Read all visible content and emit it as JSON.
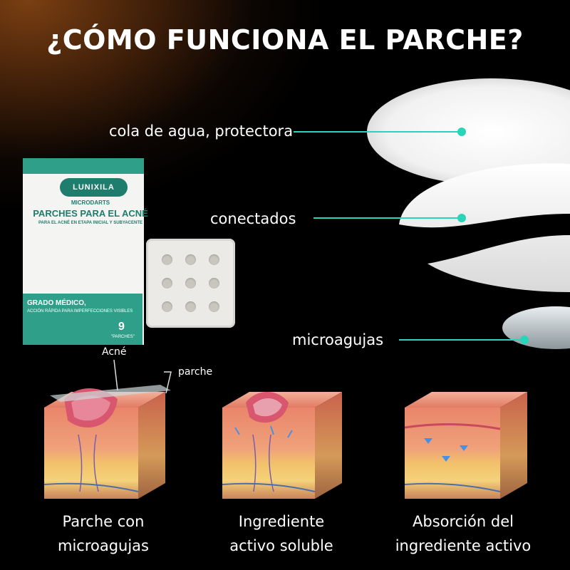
{
  "title": "¿CÓMO FUNCIONA EL PARCHE?",
  "layers": {
    "top_label": "cola de agua, protectora",
    "middle_label": "conectados",
    "bottom_label": "microagujas"
  },
  "product_box": {
    "brand": "LUNIXILA",
    "line1": "MICRODARTS",
    "line2": "PARCHES PARA EL ACNÉ",
    "line3": "PARA EL ACNÉ EN ETAPA INICIAL Y SUBYACENTE",
    "grade": "GRADO MÉDICO,",
    "grade_sub": "ACCIÓN RÁPIDA PARA IMPERFECCIONES VISIBLES",
    "count": "9",
    "count_label": "\"PARCHES\""
  },
  "diagram_labels": {
    "acne": "Acné",
    "patch": "parche"
  },
  "steps": [
    {
      "line1": "Parche con",
      "line2": "microagujas"
    },
    {
      "line1": "Ingrediente",
      "line2": "activo soluble"
    },
    {
      "line1": "Absorción del",
      "line2": "ingrediente activo"
    }
  ],
  "colors": {
    "accent": "#2ad4b8",
    "box_green": "#2f9f8a"
  }
}
